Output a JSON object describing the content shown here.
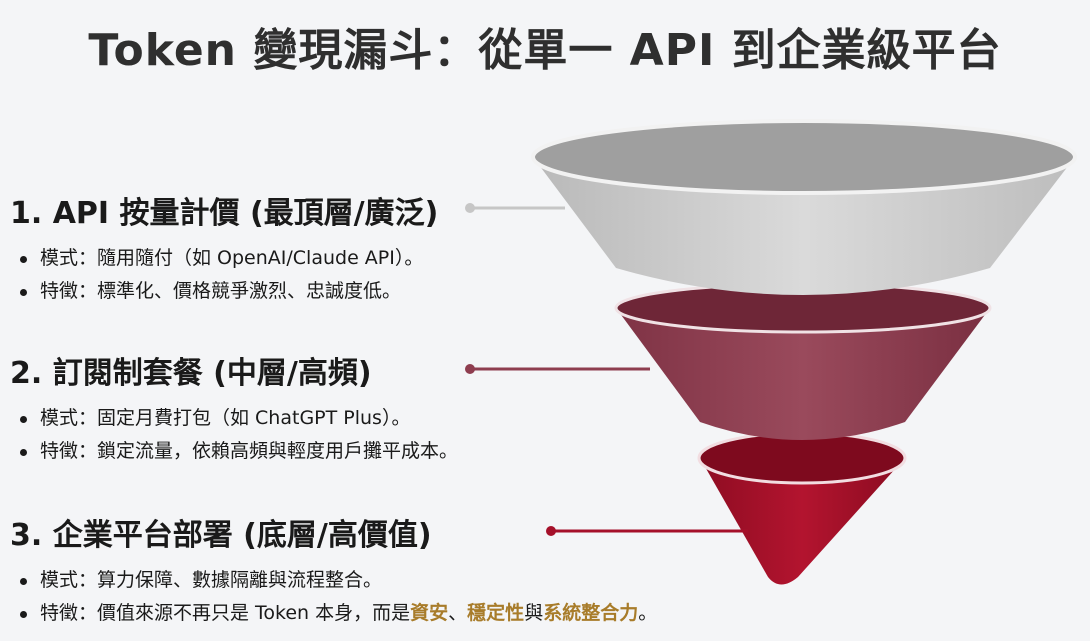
{
  "title": "Token 變現漏斗：從單一 API 到企業級平台",
  "levels": [
    {
      "heading": "1. API 按量計價 (最頂層/廣泛)",
      "mode": "模式：隨用隨付（如 OpenAI/Claude API）。",
      "feature": "特徵：標準化、價格競爭激烈、忠誠度低。",
      "color": "#c6c6c6"
    },
    {
      "heading": "2. 訂閱制套餐 (中層/高頻)",
      "mode": "模式：固定月費打包（如 ChatGPT Plus）。",
      "feature": "特徵：鎖定流量，依賴高頻與輕度用戶攤平成本。",
      "color": "#8e3d4f"
    },
    {
      "heading": "3. 企業平台部署 (底層/高價值)",
      "mode": "模式：算力保障、數據隔離與流程整合。",
      "feature_parts": {
        "p1": "特徵：價值來源不再只是 Token 本身，而是",
        "h1": "資安",
        "p2": "、",
        "h2": "穩定性",
        "p3": "與",
        "h3": "系統整合力",
        "p4": "。"
      },
      "color": "#a5102a",
      "highlight_color": "#a87c2a"
    }
  ]
}
